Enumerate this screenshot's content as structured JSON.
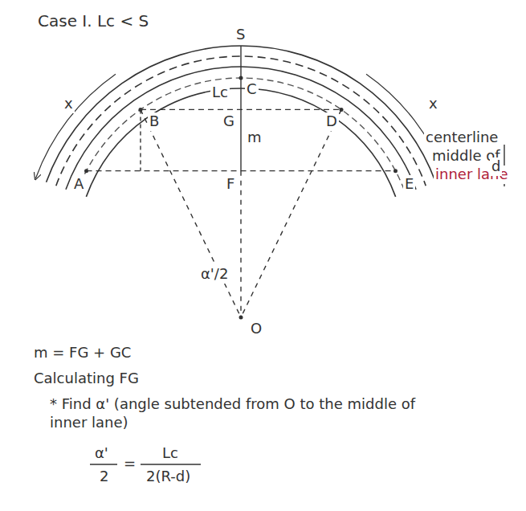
{
  "diagram": {
    "title": "Case I. Lc < S",
    "labels": [
      "S",
      "Lc",
      "C",
      "G",
      "m",
      "F",
      "x",
      "x",
      "B",
      "A",
      "D",
      "E",
      "O",
      "α'/2",
      "centerline",
      "middle of",
      "inner lane",
      "d",
      "m = FG + GC",
      "Calculating FG",
      "* Find α' (angle subtended from O to the middle of inner lane)",
      "α'",
      "2",
      "=",
      "Lc",
      "2(R-d)"
    ]
  }
}
